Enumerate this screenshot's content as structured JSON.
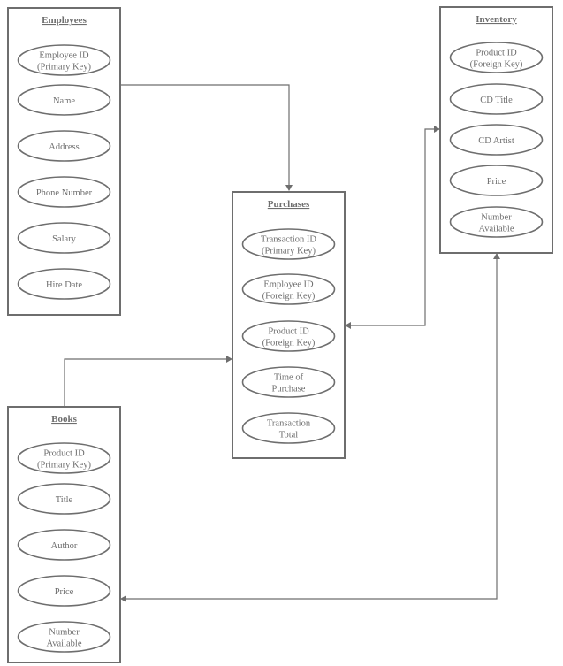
{
  "entities": {
    "employees": {
      "title": "Employees",
      "attributes": [
        [
          "Employee ID",
          "(Primary Key)"
        ],
        [
          "Name"
        ],
        [
          "Address"
        ],
        [
          "Phone Number"
        ],
        [
          "Salary"
        ],
        [
          "Hire Date"
        ]
      ]
    },
    "inventory": {
      "title": "Inventory",
      "attributes": [
        [
          "Product ID",
          "(Foreign Key)"
        ],
        [
          "CD Title"
        ],
        [
          "CD Artist"
        ],
        [
          "Price"
        ],
        [
          "Number",
          "Available"
        ]
      ]
    },
    "purchases": {
      "title": "Purchases",
      "attributes": [
        [
          "Transaction ID",
          "(Primary Key)"
        ],
        [
          "Employee ID",
          "(Foreign Key)"
        ],
        [
          "Product ID",
          "(Foreign Key)"
        ],
        [
          "Time of",
          "Purchase"
        ],
        [
          "Transaction",
          "Total"
        ]
      ]
    },
    "books": {
      "title": "Books",
      "attributes": [
        [
          "Product ID",
          "(Primary Key)"
        ],
        [
          "Title"
        ],
        [
          "Author"
        ],
        [
          "Price"
        ],
        [
          "Number",
          "Available"
        ]
      ]
    }
  },
  "relationships": [
    {
      "from": "employees",
      "to": "purchases",
      "arrows": "end"
    },
    {
      "from": "purchases",
      "to": "inventory",
      "arrows": "both"
    },
    {
      "from": "books",
      "to": "purchases",
      "arrows": "end"
    },
    {
      "from": "books",
      "to": "inventory",
      "arrows": "both"
    }
  ]
}
